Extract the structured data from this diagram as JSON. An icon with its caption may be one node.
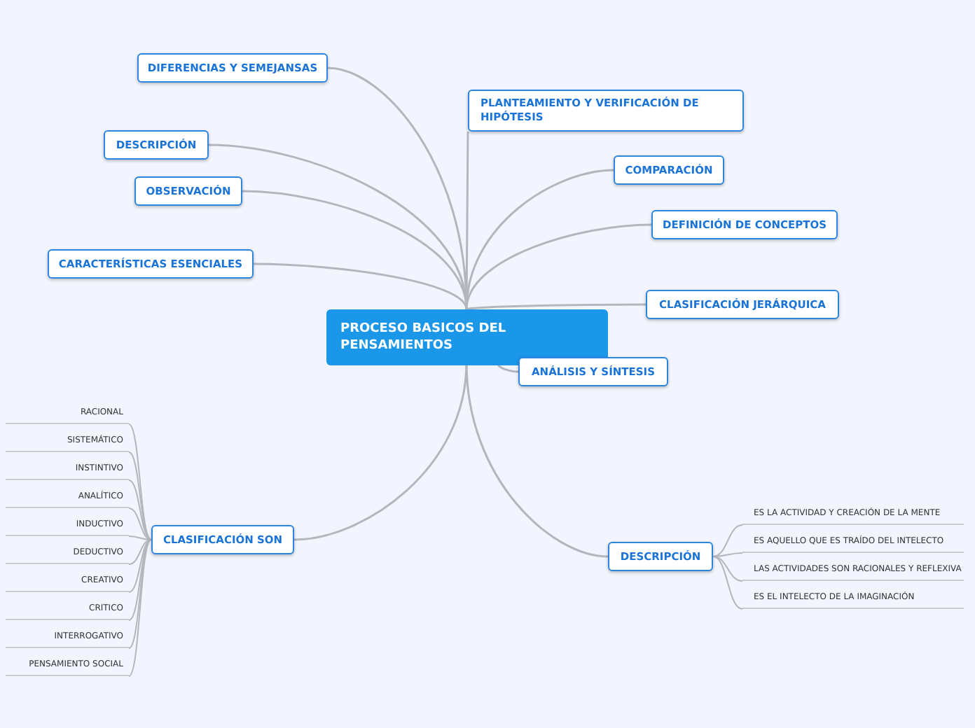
{
  "diagram": {
    "nodes": [
      {
        "text": [
          "PROCESO BASICOS DEL PENSAMIENTOS"
        ]
      },
      {
        "text": [
          "DIFERENCIAS Y SEMEJANSAS"
        ]
      },
      {
        "text": [
          "PLANTEAMIENTO Y VERIFICACIÓN DE HIPÓTESIS"
        ]
      },
      {
        "text": [
          "DESCRIPCIÓN"
        ]
      },
      {
        "text": [
          "COMPARACIÓN"
        ]
      },
      {
        "text": [
          "OBSERVACIÓN"
        ]
      },
      {
        "text": [
          "DEFINICIÓN DE CONCEPTOS"
        ]
      },
      {
        "text": [
          "CARACTERÍSTICAS ESENCIALES"
        ]
      },
      {
        "text": [
          "CLASIFICACIÓN JERÁRQUICA"
        ]
      },
      {
        "text": [
          "ANÁLISIS Y SÍNTESIS"
        ]
      },
      {
        "text": [
          "CLASIFICACIÓN SON"
        ]
      },
      {
        "text": [
          "RACIONAL"
        ]
      },
      {
        "text": [
          "SISTEMÁTICO"
        ]
      },
      {
        "text": [
          "INSTINTIVO"
        ]
      },
      {
        "text": [
          "ANALÍTICO"
        ]
      },
      {
        "text": [
          "INDUCTIVO"
        ]
      },
      {
        "text": [
          "DEDUCTIVO"
        ]
      },
      {
        "text": [
          "CREATIVO"
        ]
      },
      {
        "text": [
          "CRITICO"
        ]
      },
      {
        "text": [
          "INTERROGATIVO"
        ]
      },
      {
        "text": [
          "PENSAMIENTO SOCIAL"
        ]
      },
      {
        "text": [
          "DESCRIPCIÓN"
        ]
      },
      {
        "text": [
          "ES LA ACTIVIDAD Y CREACIÓN DE LA MENTE"
        ]
      },
      {
        "text": [
          "ES AQUELLO QUE ES TRAÍDO DEL INTELECTO"
        ]
      },
      {
        "text": [
          "LAS ACTIVIDADES SON RACIONALES Y REFLEXIVA"
        ]
      },
      {
        "text": [
          "ES EL INTELECTO DE LA IMAGINACIÓN"
        ]
      }
    ],
    "edges": [
      {
        "from": 0,
        "to": 1,
        "arrow": "none"
      },
      {
        "from": 0,
        "to": 2,
        "arrow": "none"
      },
      {
        "from": 0,
        "to": 3,
        "arrow": "none"
      },
      {
        "from": 0,
        "to": 4,
        "arrow": "none"
      },
      {
        "from": 0,
        "to": 5,
        "arrow": "none"
      },
      {
        "from": 0,
        "to": 6,
        "arrow": "none"
      },
      {
        "from": 0,
        "to": 7,
        "arrow": "none"
      },
      {
        "from": 0,
        "to": 8,
        "arrow": "none"
      },
      {
        "from": 0,
        "to": 9,
        "arrow": "none"
      },
      {
        "from": 0,
        "to": 10,
        "arrow": "none"
      },
      {
        "from": 0,
        "to": 21,
        "arrow": "none"
      },
      {
        "from": 10,
        "to": 11,
        "arrow": "none"
      },
      {
        "from": 10,
        "to": 12,
        "arrow": "none"
      },
      {
        "from": 10,
        "to": 13,
        "arrow": "none"
      },
      {
        "from": 10,
        "to": 14,
        "arrow": "none"
      },
      {
        "from": 10,
        "to": 15,
        "arrow": "none"
      },
      {
        "from": 10,
        "to": 16,
        "arrow": "none"
      },
      {
        "from": 10,
        "to": 17,
        "arrow": "none"
      },
      {
        "from": 10,
        "to": 18,
        "arrow": "none"
      },
      {
        "from": 10,
        "to": 19,
        "arrow": "none"
      },
      {
        "from": 10,
        "to": 20,
        "arrow": "none"
      },
      {
        "from": 21,
        "to": 22,
        "arrow": "none"
      },
      {
        "from": 21,
        "to": 23,
        "arrow": "none"
      },
      {
        "from": 21,
        "to": 24,
        "arrow": "none"
      },
      {
        "from": 21,
        "to": 25,
        "arrow": "none"
      }
    ]
  }
}
